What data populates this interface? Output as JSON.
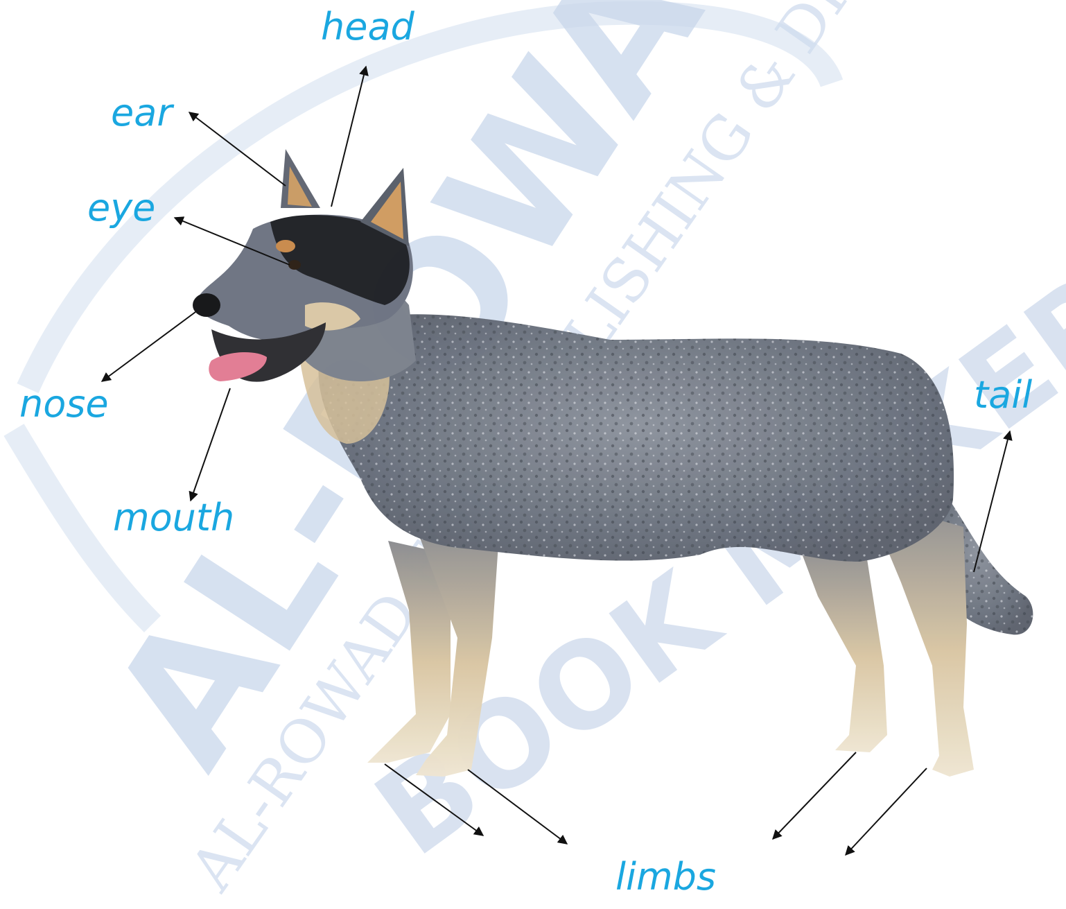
{
  "labels": {
    "head": "head",
    "ear": "ear",
    "eye": "eye",
    "nose": "nose",
    "mouth": "mouth",
    "tail": "tail",
    "limbs": "limbs"
  },
  "watermark": {
    "line1": "AL-ROWAD",
    "line2": "BOOK MAKERS",
    "line3": "AL-ROWAD FOR PUBLISHING & DISTRIBUTION"
  },
  "colors": {
    "label": "#1aa7e0",
    "watermark": "#c9d7eb",
    "arrow": "#111111"
  }
}
